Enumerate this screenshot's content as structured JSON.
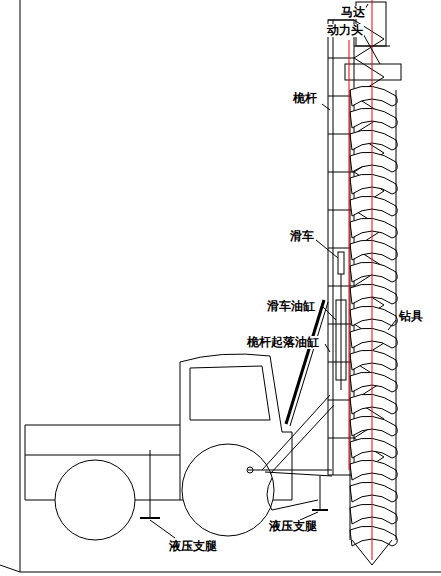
{
  "diagram": {
    "labels": [
      "马达",
      "动力头",
      "桅杆",
      "滑车",
      "钻具",
      "滑车油缸",
      "桅杆起落油缸",
      "液压支腿",
      "液压支腿"
    ]
  }
}
